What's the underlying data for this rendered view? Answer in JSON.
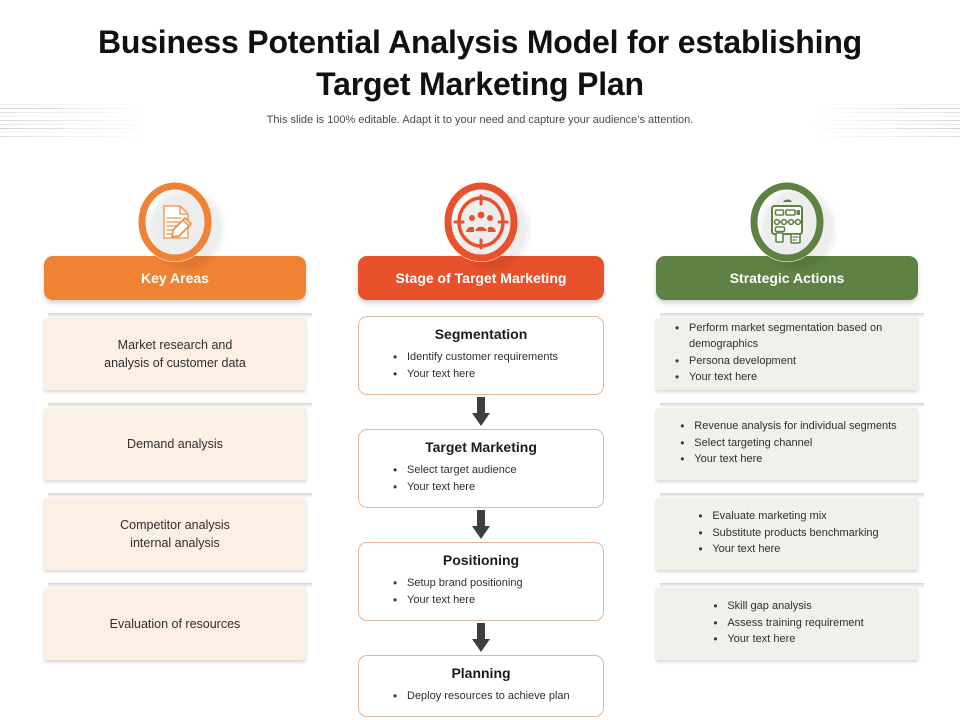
{
  "header": {
    "title": "Business Potential Analysis Model for establishing Target Marketing Plan",
    "subtitle": "This slide is 100% editable. Adapt it to your need and capture your audience’s attention."
  },
  "colors": {
    "orange": "#F08233",
    "red_orange": "#E9512C",
    "green": "#5D8244",
    "left_card_bg": "#FCEFE3",
    "right_card_bg": "#EEF2EA",
    "flowbox_border": "#E3B79A",
    "arrow": "#3F3F3F"
  },
  "columns": {
    "left": {
      "icon": "document-pencil-icon",
      "header_label": "Key Areas",
      "header_color": "#F08233",
      "cards": [
        {
          "lines": [
            "Market research and",
            "analysis of customer data"
          ]
        },
        {
          "lines": [
            "Demand analysis"
          ]
        },
        {
          "lines": [
            "Competitor analysis",
            "internal analysis"
          ]
        },
        {
          "lines": [
            "Evaluation of resources"
          ]
        }
      ]
    },
    "middle": {
      "icon": "target-audience-icon",
      "header_label": "Stage of Target Marketing",
      "header_color": "#E9512C",
      "steps": [
        {
          "title": "Segmentation",
          "bullets": [
            "Identify customer  requirements",
            "Your text here"
          ]
        },
        {
          "title": "Target Marketing",
          "bullets": [
            "Select target audience",
            "Your text here"
          ]
        },
        {
          "title": "Positioning",
          "bullets": [
            "Setup brand positioning",
            "Your text here"
          ]
        },
        {
          "title": "Planning",
          "bullets": [
            "Deploy resources to achieve plan"
          ]
        }
      ]
    },
    "right": {
      "icon": "flowchart-board-icon",
      "header_label": "Strategic Actions",
      "header_color": "#5D8244",
      "cards": [
        {
          "bullets": [
            "Perform market segmentation based on demographics",
            "Persona development",
            "Your text here"
          ]
        },
        {
          "bullets": [
            "Revenue analysis for individual segments",
            "Select targeting channel",
            "Your text here"
          ]
        },
        {
          "bullets": [
            "Evaluate marketing mix",
            "Substitute  products  benchmarking",
            "Your text here"
          ]
        },
        {
          "bullets": [
            "Skill gap analysis",
            "Assess training requirement",
            "Your text here"
          ]
        }
      ]
    }
  }
}
